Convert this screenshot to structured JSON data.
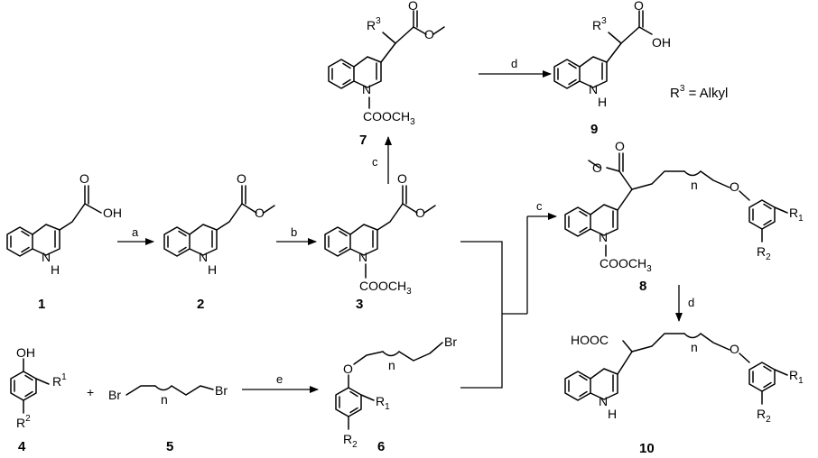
{
  "compounds": [
    {
      "id": "c1",
      "number": "1"
    },
    {
      "id": "c2",
      "number": "2"
    },
    {
      "id": "c3",
      "number": "3"
    },
    {
      "id": "c4",
      "number": "4"
    },
    {
      "id": "c5",
      "number": "5"
    },
    {
      "id": "c6",
      "number": "6"
    },
    {
      "id": "c7",
      "number": "7"
    },
    {
      "id": "c8",
      "number": "8"
    },
    {
      "id": "c9",
      "number": "9"
    },
    {
      "id": "c10",
      "number": "10"
    }
  ],
  "steps": {
    "a": "a",
    "b": "b",
    "c_up": "c",
    "c_right": "c",
    "d_top": "d",
    "d_down": "d",
    "e": "e"
  },
  "atoms": {
    "OH": "OH",
    "O": "O",
    "NH": "N",
    "H": "H",
    "N": "N",
    "COOCH": "COOCH",
    "CH3_sub": "3",
    "HOOC": "HOOC",
    "Br": "Br",
    "R": "R",
    "n": "n",
    "plus": "+"
  },
  "substituents": {
    "R1": "1",
    "R2": "2",
    "R3": "3"
  },
  "note": {
    "lhs": "R",
    "sup": "3",
    "rhs": " = Alkyl"
  }
}
